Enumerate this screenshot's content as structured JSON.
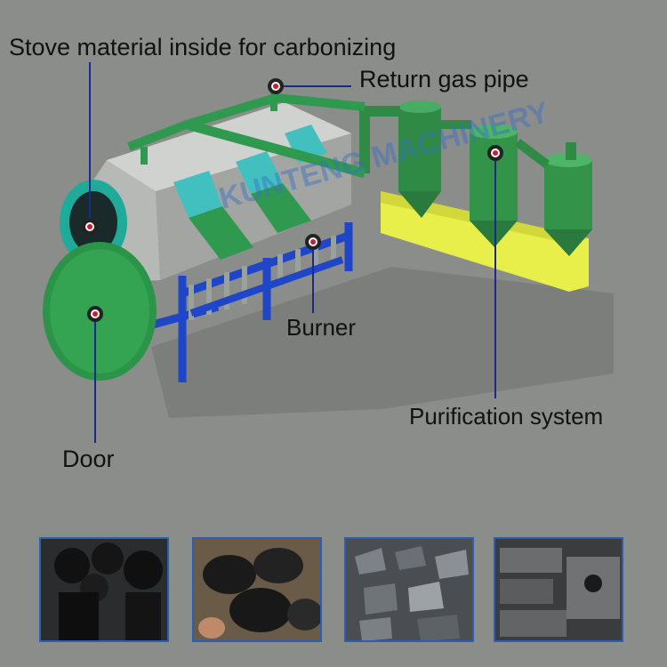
{
  "labels": {
    "stove_material": "Stove material inside for carbonizing",
    "return_gas_pipe": "Return gas pipe",
    "burner": "Burner",
    "purification_system": "Purification system",
    "door": "Door"
  },
  "watermark": "KUNTENG MACHINERY",
  "thumbnails": [
    {
      "subject": "charcoal-logs"
    },
    {
      "subject": "coconut-shell-charcoal"
    },
    {
      "subject": "charcoal-pieces"
    },
    {
      "subject": "charcoal-briquettes"
    }
  ],
  "colors": {
    "background": "#8a8d8a",
    "machine_green": "#3aa05a",
    "frame_blue": "#1f45c8",
    "purifier_tray": "#e8ee4a",
    "marker_red": "#d11a2a",
    "thumb_border": "#2a5fb4"
  }
}
